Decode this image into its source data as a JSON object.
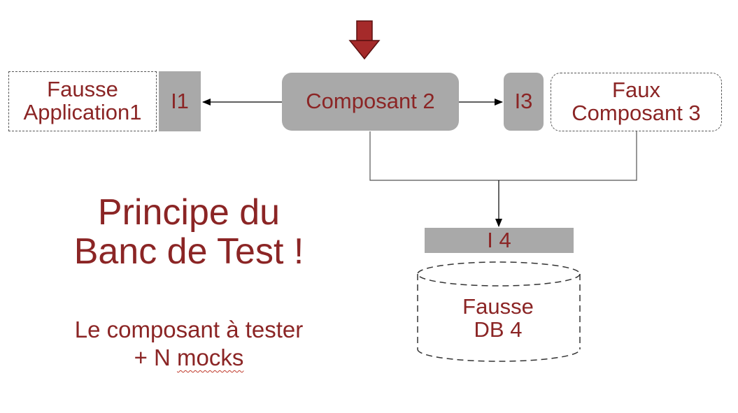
{
  "diagram": {
    "fake_app_1": {
      "line1": "Fausse",
      "line2": "Application1"
    },
    "interface_1": "I1",
    "component_2": "Composant 2",
    "interface_3": "I3",
    "fake_component_3": {
      "line1": "Faux",
      "line2": "Composant 3"
    },
    "interface_4": "I 4",
    "fake_db_4": {
      "line1": "Fausse",
      "line2": "DB 4"
    }
  },
  "headline": {
    "line1": "Principe du",
    "line2": "Banc de Test !"
  },
  "subtitle": {
    "line1": "Le composant à tester",
    "line2_prefix": "+ N ",
    "line2_word": "mocks"
  },
  "colors": {
    "text": "#8b2525",
    "grey_box": "#a9a9a9",
    "arrow_fill": "#a52a2a",
    "line": "#555555"
  }
}
